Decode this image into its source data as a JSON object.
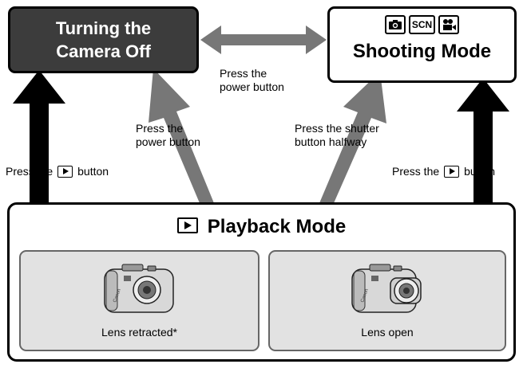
{
  "off_box": {
    "line1": "Turning the",
    "line2": "Camera Off"
  },
  "shooting_box": {
    "icons": [
      "camera-icon",
      "scn-icon",
      "movie-icon"
    ],
    "scn_label": "SCN",
    "title": "Shooting Mode"
  },
  "playback_box": {
    "title": "Playback Mode",
    "icon": "playback-icon",
    "panels": [
      {
        "label": "Lens retracted*"
      },
      {
        "label": "Lens open"
      }
    ]
  },
  "labels": {
    "top_power": [
      "Press the",
      "power button"
    ],
    "left_power": [
      "Press the",
      "power button"
    ],
    "shutter": [
      "Press the shutter",
      "button halfway"
    ],
    "left_play": {
      "before": "Press the",
      "after": "button"
    },
    "right_play": {
      "before": "Press the",
      "after": "button"
    }
  },
  "colors": {
    "dark_box": "#3c3c3c",
    "gray_arrow": "#777777",
    "panel_bg": "#e2e2e2"
  }
}
